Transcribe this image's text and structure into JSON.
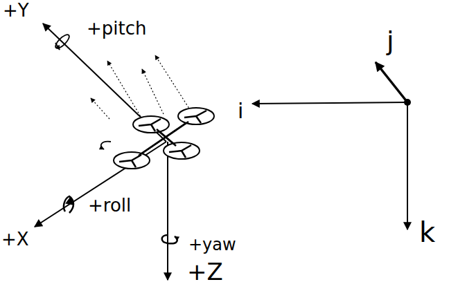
{
  "diagram": {
    "labels": [
      "+Y",
      "+pitch",
      "j",
      "i",
      "+roll",
      "+X",
      "+yaw",
      "k",
      "+Z"
    ]
  }
}
